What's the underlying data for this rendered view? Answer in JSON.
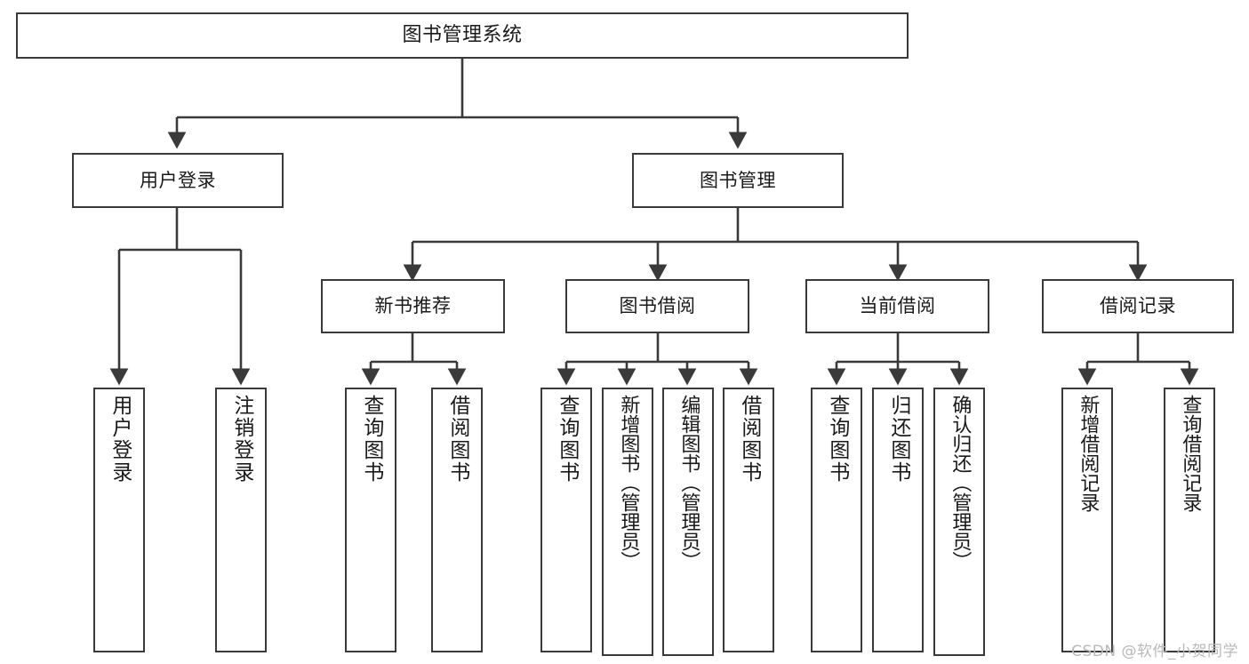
{
  "diagram": {
    "title": "图书管理系统",
    "type": "tree-hierarchy-diagram",
    "accent_color": "#3a3a3a",
    "background_color": "#ffffff",
    "root": {
      "id": "root",
      "label": "图书管理系统"
    },
    "level2": [
      {
        "id": "user-login",
        "label": "用户登录"
      },
      {
        "id": "book-management",
        "label": "图书管理"
      }
    ],
    "level3": [
      {
        "id": "new-book-recommend",
        "label": "新书推荐",
        "parent": "book-management"
      },
      {
        "id": "book-borrow",
        "label": "图书借阅",
        "parent": "book-management"
      },
      {
        "id": "current-borrow",
        "label": "当前借阅",
        "parent": "book-management"
      },
      {
        "id": "borrow-record",
        "label": "借阅记录",
        "parent": "book-management"
      }
    ],
    "leaves": [
      {
        "id": "leaf-user-login",
        "label": "用户登录",
        "parent": "user-login"
      },
      {
        "id": "leaf-logout",
        "label": "注销登录",
        "parent": "user-login"
      },
      {
        "id": "leaf-query-book-1",
        "label": "查询图书",
        "parent": "new-book-recommend"
      },
      {
        "id": "leaf-borrow-book-1",
        "label": "借阅图书",
        "parent": "new-book-recommend"
      },
      {
        "id": "leaf-query-book-2",
        "label": "查询图书",
        "parent": "book-borrow"
      },
      {
        "id": "leaf-add-book",
        "label": "新增图书（管理员）",
        "parent": "book-borrow"
      },
      {
        "id": "leaf-edit-book",
        "label": "编辑图书（管理员）",
        "parent": "book-borrow"
      },
      {
        "id": "leaf-borrow-book-2",
        "label": "借阅图书",
        "parent": "book-borrow"
      },
      {
        "id": "leaf-query-book-3",
        "label": "查询图书",
        "parent": "current-borrow"
      },
      {
        "id": "leaf-return-book",
        "label": "归还图书",
        "parent": "current-borrow"
      },
      {
        "id": "leaf-confirm-return",
        "label": "确认归还（管理员）",
        "parent": "current-borrow"
      },
      {
        "id": "leaf-add-record",
        "label": "新增借阅记录",
        "parent": "borrow-record"
      },
      {
        "id": "leaf-query-record",
        "label": "查询借阅记录",
        "parent": "borrow-record"
      }
    ]
  },
  "watermark": {
    "text": "CSDN @软件_小贺同学"
  }
}
